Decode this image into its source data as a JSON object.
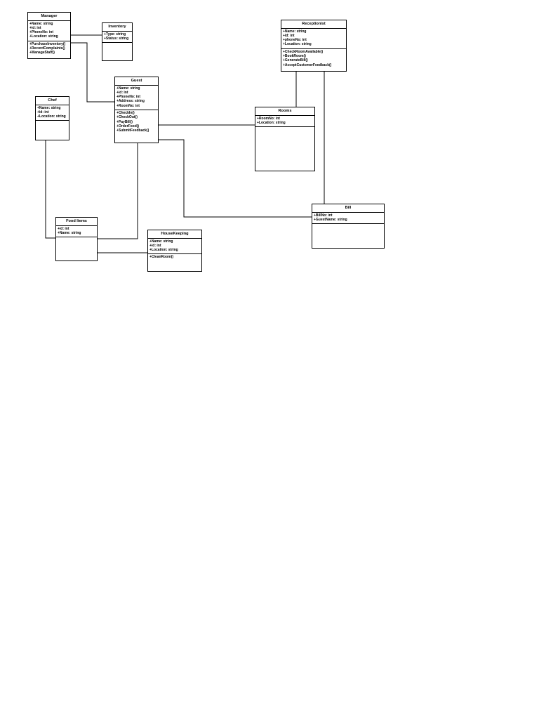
{
  "classes": {
    "manager": {
      "name": "Manager",
      "attributes": [
        "+Name: string",
        "+id: int",
        "+PhoneNo: int",
        "+Location: string"
      ],
      "operations": [
        "+PurchaseInventory()",
        "+RecordComplaints()",
        "+ManageStaff()"
      ]
    },
    "inventory": {
      "name": "Inventory",
      "attributes": [
        "+Type: string",
        "+Status: string"
      ],
      "operations": []
    },
    "receptionist": {
      "name": "Receptionist",
      "attributes": [
        "+Name: string",
        "+id: int",
        "+phoneNo: int",
        "+Location: string"
      ],
      "operations": [
        "+CheckRoomAvailable()",
        "+BookRoom()",
        "+GenerateBill()",
        "+AcceptCustomerFeedback()"
      ]
    },
    "guest": {
      "name": "Guest",
      "attributes": [
        "+Name: string",
        "+id: int",
        "+PhoneNo: int",
        "+Address: string",
        "+RoomNo: int"
      ],
      "operations": [
        "+CheckIn()",
        "+CheckOut()",
        "+PayBill()",
        "+OrderFood()",
        "+SubmitFeedback()"
      ]
    },
    "chef": {
      "name": "Chef",
      "attributes": [
        "+Name: string",
        "+id: int",
        "+Location: string"
      ],
      "operations": []
    },
    "rooms": {
      "name": "Rooms",
      "attributes": [
        "+RoomNo: int",
        "+Location: string"
      ],
      "operations": []
    },
    "bill": {
      "name": "Bill",
      "attributes": [
        "+BillNo: int",
        "+GuestName: string"
      ],
      "operations": []
    },
    "food_items": {
      "name": "Food Items",
      "attributes": [
        "+id: int",
        "+Name: string"
      ],
      "operations": []
    },
    "housekeeping": {
      "name": "HouseKeeping",
      "attributes": [
        "+Name: string",
        "+id: int",
        "+Location: string"
      ],
      "operations": [
        "+CleanRoom()"
      ]
    }
  },
  "line_color": "#000000"
}
